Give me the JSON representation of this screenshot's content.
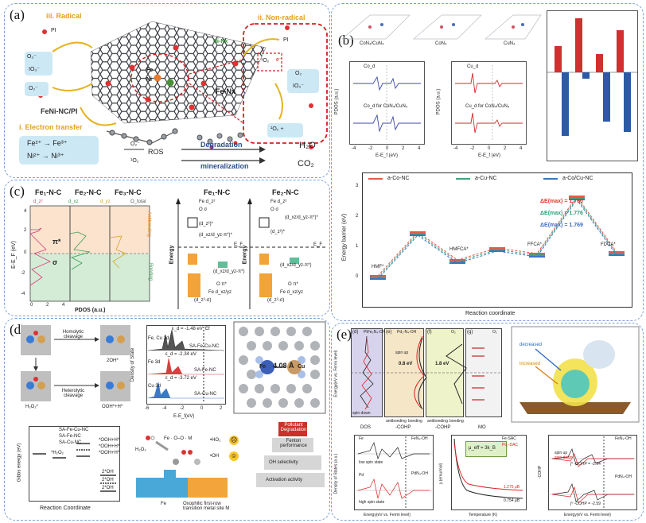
{
  "panels": {
    "a": {
      "label": "(a)",
      "mechanisms": {
        "radical": "iii. Radical",
        "non_radical": "ii. Non-radical",
        "electron_transfer": "i. Electron transfer"
      },
      "catalyst_label": "FeNi-NC/PI",
      "site_labels": {
        "fe": "Fe",
        "ni": "Ni",
        "fe_nx": "Fe-Nx",
        "ni_nx": "Ni-Nx"
      },
      "species": {
        "pi": "PI",
        "o2m": "O₂⁻",
        "io3m": "IO₃⁻",
        "so": "¹O₂",
        "e": "e⁻",
        "o2": "O₂",
        "io3": "IO₃⁻"
      },
      "equations": {
        "fe": "Fe²⁺ → Fe³⁺",
        "ni": "Ni²⁺ → Ni³⁺",
        "so_plus": "¹O₂ +"
      },
      "ros_label": "ROS",
      "ros_species": {
        "o2m": "O₂⁻",
        "so": "¹O₂"
      },
      "degradation_label": "Degradation",
      "mineralization_label": "mineralization",
      "products": {
        "h2o": "H₂O",
        "co2": "CO₂"
      }
    },
    "b": {
      "label": "(b)",
      "structures": [
        "CoN₄/CuN₄",
        "CoN₄",
        "CuN₄"
      ],
      "pdos_left": {
        "legend1": "Co_d",
        "legend2": "Co_d for CoN₄/CuN₄",
        "ylabel": "PDOS (a.u.)",
        "xlabel": "E-E_f (eV)",
        "ticks": [
          "-4",
          "-2",
          "0",
          "2",
          "4"
        ]
      },
      "pdos_right": {
        "legend1": "Cu_d",
        "legend2": "Cu_d for CoN₄/CuN₄",
        "ylabel": "PDOS (a.u.)",
        "xlabel": "E-E_f (eV)",
        "ticks": [
          "-4",
          "-2",
          "0",
          "2",
          "4"
        ]
      },
      "energy_barrier": {
        "ylabel": "Energy barrier (eV)",
        "xlabel": "Reaction coordinate",
        "legend": [
          "a-Co-NC",
          "a-Cu-NC",
          "a-Co/Cu-NC"
        ],
        "colors": [
          "#e8594b",
          "#3aa77c",
          "#3a74c4"
        ],
        "annotations": {
          "de1": "ΔE(max) = 1.780",
          "de2": "ΔE(max) = 1.776",
          "de3": "ΔE(max) = 1.769"
        },
        "states": [
          "HMF*",
          "HMFCA*",
          "FFCA*",
          "FDCA*"
        ],
        "yticks": [
          "0",
          "1",
          "2",
          "3"
        ]
      }
    },
    "c": {
      "label": "(c)",
      "pdos_titles": [
        "Fe₁-N-C",
        "Fe₂-N-C",
        "Fe₃-N-C"
      ],
      "legend": [
        "d_z²",
        "d_xz",
        "d_yz",
        "O_total"
      ],
      "ylabel": "E-E_F (eV)",
      "xlabel": "PDOS (a.u.)",
      "antibonding": "Antibonding",
      "bonding": "Bonding",
      "orbital_labels": {
        "pi": "π*",
        "sigma": "σ"
      },
      "yticks": [
        "4",
        "2",
        "0",
        "-2",
        "-4"
      ],
      "xticks": [
        "0",
        "2",
        "4"
      ],
      "mo_left": {
        "title": "Fe₁-N-C",
        "energy": "Energy",
        "ef": "E_F",
        "fe_dz2": "Fe d_z²",
        "o_pi": "O π*",
        "fe_dxz": "Fe d_xz/yz",
        "o_sigma": "O σ",
        "l1": "(d_z²)*",
        "l2": "(d_xz/d_yz-π*)*",
        "l3": "(d_xz/d_yz-π*)",
        "l4": "(d_z²-σ)"
      },
      "mo_right": {
        "title": "Fe₂-N-C",
        "energy": "Energy",
        "ef": "E_F",
        "fe_dz2": "Fe d_z²",
        "o_pi": "O π*",
        "fe_dxz": "Fe d_xz/yz",
        "o_sigma": "O σ",
        "l1": "(d_xz/d_yz-π*)*",
        "l2": "(d_z²)*",
        "l3": "(d_xz/d_yz-π*)",
        "l4": "(d_z²-σ)"
      }
    },
    "d": {
      "label": "(d)",
      "homolytic": "Homolytic cleavage",
      "heterolytic": "Heterolytic cleavage",
      "species": [
        "2OH*",
        "H₂O₂*",
        "OOH*+H*"
      ],
      "dos": {
        "ylabel": "Density of State",
        "xlabel": "E-E_f(eV)",
        "traces": [
          "Fe, Cu 3d",
          "Fe 3d",
          "Cu 3d"
        ],
        "names": [
          "SA-Fe-Cu-NC",
          "SA-Fe-NC",
          "SA-Cu-NC"
        ],
        "eps": [
          "ε_d = -1.48 eV",
          "ε_d = -2.34 eV",
          "ε_d = -3.72 eV"
        ],
        "ef": "Ef",
        "xticks": [
          "-6",
          "-4",
          "-2",
          "0",
          "2"
        ]
      },
      "distance": "4.08 Å",
      "atoms": [
        "Fe",
        "Cu"
      ],
      "gibbs": {
        "ylabel": "Gibbs energy (eV)",
        "xlabel": "Reaction Coordinate",
        "legend": [
          "SA-Fe-Cu-NC",
          "SA-Fe-NC",
          "SA-Cu-NC"
        ],
        "labels": [
          "*OOH+H*",
          "*OOH+H*",
          "*OOH+H*",
          "*H₂O₂",
          "2*OH",
          "2*OH",
          "2*OH"
        ]
      },
      "scheme": {
        "fe": "Fe",
        "metal": "Oxophilic first-row transition metal site M",
        "chain": "Fe · O–O · M",
        "ho2": "•HO₂",
        "oh": "•OH",
        "h2o2": "H₂O₂"
      },
      "pyramid": [
        "Pollutant Degradation",
        "Fenton performance",
        "OH selectivity",
        "Activation activity"
      ]
    },
    "e": {
      "label": "(e)",
      "subpanels": [
        "(d)",
        "(e)",
        "(f)",
        "(g)"
      ],
      "sub_titles": [
        "PtFe₅N₄-OH",
        "Pd₁-N₄-OH",
        "O₂",
        "O₂"
      ],
      "axis_labels": [
        "DOS",
        "-COHP",
        "-COHP",
        "MO"
      ],
      "y_axis": "Energy(eV vs. Fermi level)",
      "sub_notes": [
        "antibonding",
        "bonding",
        "antibonding",
        "bonding",
        "0.8 eV",
        "1.8 eV",
        "spin down",
        "spin up"
      ],
      "charge_labels": {
        "decreased": "decreased",
        "increased": "increased"
      },
      "bottom_left": {
        "ylabel": "Density of States (a.u.)",
        "xlabel": "Energy(eV vs. Fermi level)",
        "tags": [
          "FeN₄-OH",
          "PdN₄-OH"
        ],
        "spin": [
          "low spin state",
          "high spin state"
        ],
        "legend": [
          "Fe",
          "Pd"
        ]
      },
      "bottom_mid": {
        "ylabel": "χ (emu/mol)",
        "xlabel": "Temperature (K)",
        "legend": [
          "Fe-SAC",
          "Pd₁-DAC"
        ],
        "formula": "μ_eff = 3k_B",
        "vals": [
          "1.275 μB",
          "0.754 μB"
        ],
        "xticks": [
          "0",
          "50",
          "100",
          "150",
          "200",
          "250",
          "300"
        ]
      },
      "bottom_right": {
        "ylabel": "-COHP",
        "xlabel": "Energy(eV vs. Fermi level)",
        "tags": [
          "FeN₄-OH",
          "PdN₄-OH"
        ],
        "icohp": [
          "∫⁰ -COHP = -2.94",
          "∫⁰ -COHP = -2.59"
        ],
        "legend": [
          "spin up",
          "spin down"
        ]
      }
    }
  }
}
